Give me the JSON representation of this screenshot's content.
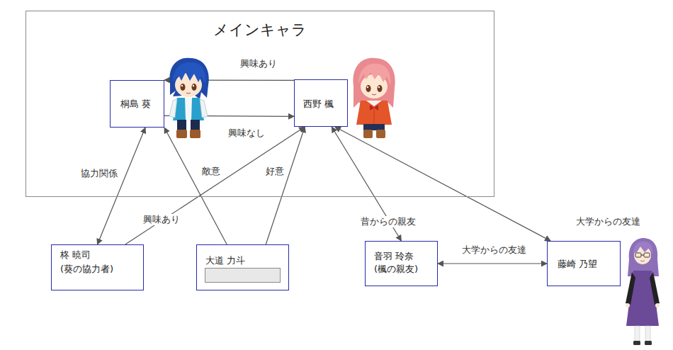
{
  "diagram": {
    "nodes": [
      {
        "text": [
          "メインキャラ"
        ]
      },
      {
        "text": [
          "桐島 葵"
        ],
        "in": 0
      },
      {
        "text": [
          "西野 楓"
        ],
        "in": 0
      },
      {
        "text": [
          "柊 暁司",
          "(葵の協力者)"
        ]
      },
      {
        "text": [
          "大道 力斗"
        ]
      },
      {
        "text": [
          "音羽 玲奈",
          "(楓の親友)"
        ]
      },
      {
        "text": [
          "藤崎 乃望"
        ]
      }
    ],
    "edges": [
      {
        "from": 2,
        "to": 1,
        "label": "興味あり",
        "arrow": "to"
      },
      {
        "from": 1,
        "to": 2,
        "label": "興味なし",
        "arrow": "to"
      },
      {
        "from": 3,
        "to": 1,
        "label": "協力関係",
        "arrow": "both"
      },
      {
        "from": 3,
        "to": 2,
        "label": "興味あり",
        "arrow": "to"
      },
      {
        "from": 4,
        "to": 1,
        "label": "敵意",
        "arrow": "to"
      },
      {
        "from": 4,
        "to": 2,
        "label": "好意",
        "arrow": "to"
      },
      {
        "from": 5,
        "to": 2,
        "label": "昔からの親友",
        "arrow": "both"
      },
      {
        "from": 6,
        "to": 2,
        "label": "大学からの友達",
        "arrow": "both"
      },
      {
        "from": 5,
        "to": 6,
        "label": "大学からの友達",
        "arrow": "both"
      }
    ]
  }
}
